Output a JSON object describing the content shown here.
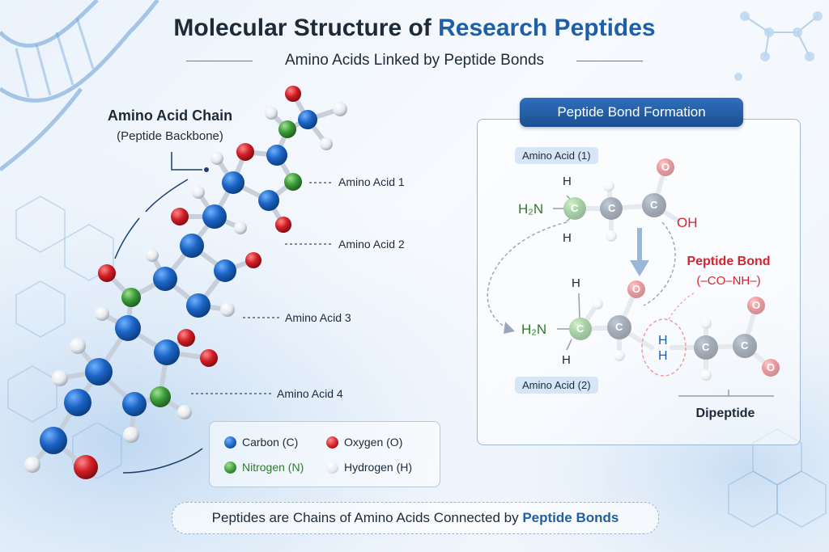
{
  "header": {
    "title_part1": "Molecular Structure ",
    "title_part2": "of",
    "title_part3": " Research Peptides",
    "subtitle": "Amino Acids Linked by Peptide Bonds"
  },
  "chain": {
    "title": "Amino Acid Chain",
    "subtitle": "(Peptide Backbone)",
    "labels": [
      "Amino Acid 1",
      "Amino Acid 2",
      "Amino Acid 3",
      "Amino Acid 4"
    ]
  },
  "legend": {
    "items": [
      {
        "label": "Carbon (C)",
        "color": "#1b64c4"
      },
      {
        "label": "Oxygen (O)",
        "color": "#d21f26"
      },
      {
        "label": "Nitrogen (N)",
        "color": "#3a9b3a"
      },
      {
        "label": "Hydrogen (H)",
        "color": "#e6e9ee"
      }
    ]
  },
  "panel": {
    "title": "Peptide Bond Formation",
    "chip1": "Amino Acid (1)",
    "chip2": "Amino Acid (2)",
    "bond_label": "Peptide Bond",
    "bond_formula": "(–CO–NH–)",
    "dipeptide": "Dipeptide",
    "atoms": {
      "h2n": "H₂N",
      "c": "C",
      "o": "O",
      "oh": "OH",
      "h": "H"
    }
  },
  "footer": {
    "text_part1": "Peptides are Chains of Amino Acids Connected by ",
    "text_part2": "Peptide Bonds"
  },
  "colors": {
    "accent": "#1f5fa8",
    "carbon": "#1b64c4",
    "oxygen": "#d21f26",
    "nitrogen": "#3a9b3a",
    "hydrogen": "#e6e9ee",
    "bond_red": "#d2262d"
  }
}
